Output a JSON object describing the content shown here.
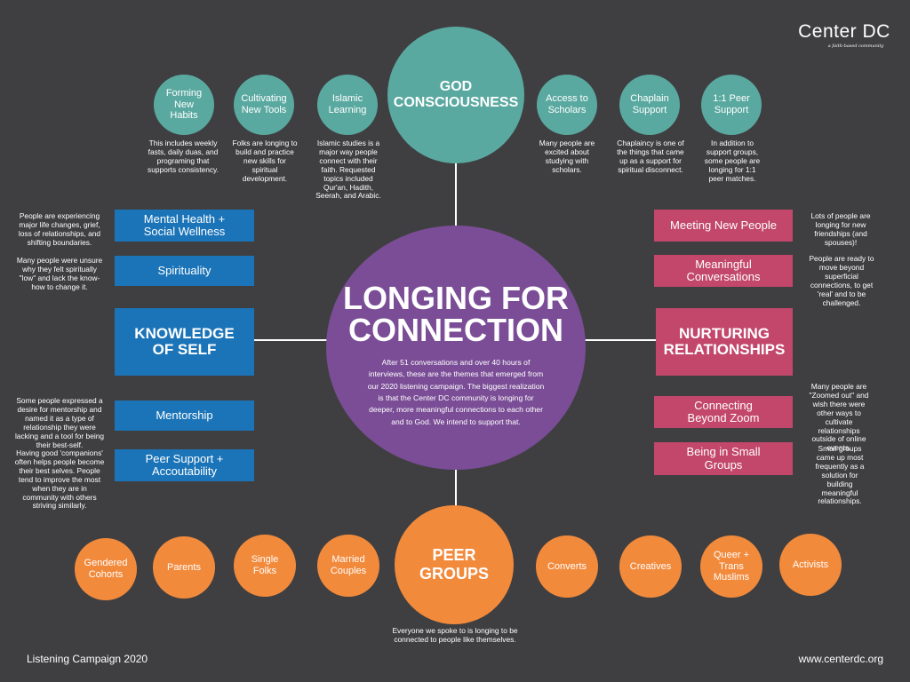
{
  "brand": {
    "name": "Center DC",
    "tagline": "a faith-based community"
  },
  "footer": {
    "left": "Listening Campaign 2020",
    "right": "www.centerdc.org"
  },
  "center": {
    "title": "LONGING FOR\nCONNECTION",
    "body": "After 51 conversations and over 40 hours of interviews, these are the themes that emerged from our 2020 listening campaign. The biggest realization is that the Center DC community is longing for deeper, more meaningful connections to each other and to God. We intend to support that."
  },
  "hubs": {
    "god": "GOD\nCONSCIOUSNESS",
    "peer": "PEER\nGROUPS",
    "self": "KNOWLEDGE\nOF SELF",
    "relationships": "NURTURING\nRELATIONSHIPS"
  },
  "god_items": [
    {
      "label": "Forming\nNew\nHabits",
      "desc": "This includes weekly fasts, daily duas, and programing that supports consistency."
    },
    {
      "label": "Cultivating\nNew Tools",
      "desc": "Folks are longing to build and practice new skills for spiritual development."
    },
    {
      "label": "Islamic\nLearning",
      "desc": "Islamic studies is a major way people connect with their faith. Requested topics included Qur'an, Hadith, Seerah, and Arabic."
    },
    {
      "label": "Access to\nScholars",
      "desc": "Many people are excited about studying with scholars."
    },
    {
      "label": "Chaplain\nSupport",
      "desc": "Chaplaincy is one of the things that came up as a support for spiritual disconnect."
    },
    {
      "label": "1:1 Peer\nSupport",
      "desc": "In addition to support groups, some people are longing for 1:1 peer matches."
    }
  ],
  "self_items": [
    {
      "label": "Mental Health +\nSocial Wellness",
      "desc": "People are experiencing major life changes, grief, loss of relationships, and shifting boundaries."
    },
    {
      "label": "Spirituality",
      "desc": "Many people were unsure why they felt spiritually \"low\" and lack the know-how to change it."
    },
    {
      "label": "Mentorship",
      "desc": "Some people expressed a desire for mentorship and named it as a type of relationship they were lacking and a tool for being their best-self."
    },
    {
      "label": "Peer Support +\nAccoutability",
      "desc": "Having good 'companions' often helps people become their best selves. People tend to improve the most when they are in community with others striving similarly."
    }
  ],
  "rel_items": [
    {
      "label": "Meeting New People",
      "desc": "Lots of people are longing for new friendships (and spouses)!"
    },
    {
      "label": "Meaningful\nConversations",
      "desc": "People are ready to move beyond superficial connections, to get 'real' and to be challenged."
    },
    {
      "label": "Connecting\nBeyond Zoom",
      "desc": "Many people are \"Zoomed out\" and wish there were other ways to cultivate relationships outside of online events."
    },
    {
      "label": "Being in Small\nGroups",
      "desc": "Small groups came up most frequently as a solution for building meaningful relationships."
    }
  ],
  "peer_items": [
    "Gendered\nCohorts",
    "Parents",
    "Single\nFolks",
    "Married\nCouples",
    "Converts",
    "Creatives",
    "Queer +\nTrans\nMuslims",
    "Activists"
  ],
  "peer_desc": "Everyone we spoke to is longing to be connected to people like themselves.",
  "colors": {
    "background": "#3f3f41",
    "teal": "#5aa9a0",
    "orange": "#f28a3c",
    "purple": "#7a4d96",
    "blue": "#1b74b8",
    "pink": "#c2476a"
  }
}
